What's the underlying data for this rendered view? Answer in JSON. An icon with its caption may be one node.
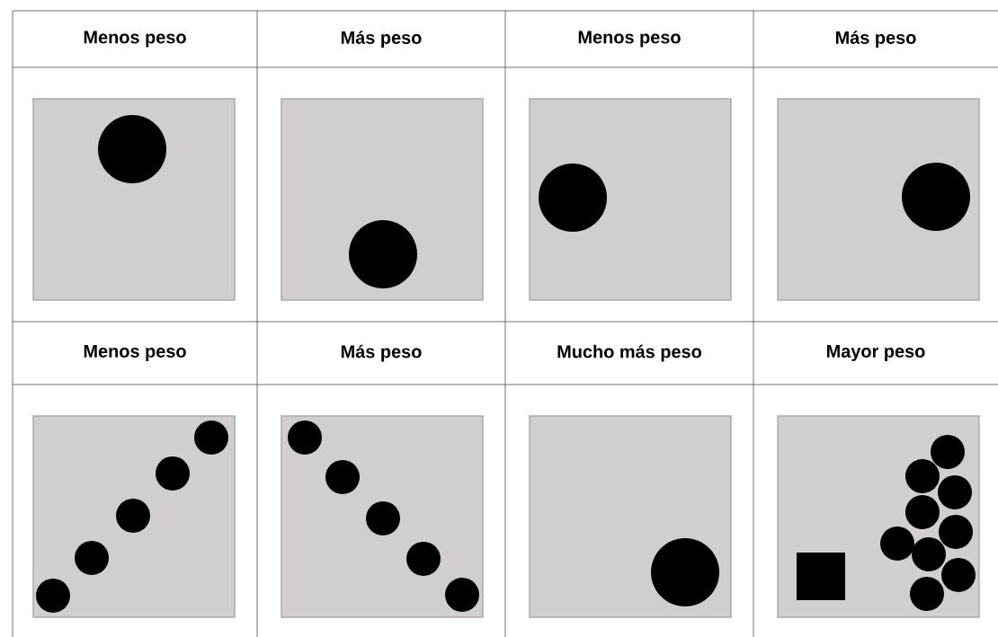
{
  "diagram": {
    "labels": [
      "Menos peso",
      "Más peso",
      "Menos peso",
      "Más peso",
      "Menos peso",
      "Más peso",
      "Mucho más peso",
      "Mayor peso"
    ]
  }
}
